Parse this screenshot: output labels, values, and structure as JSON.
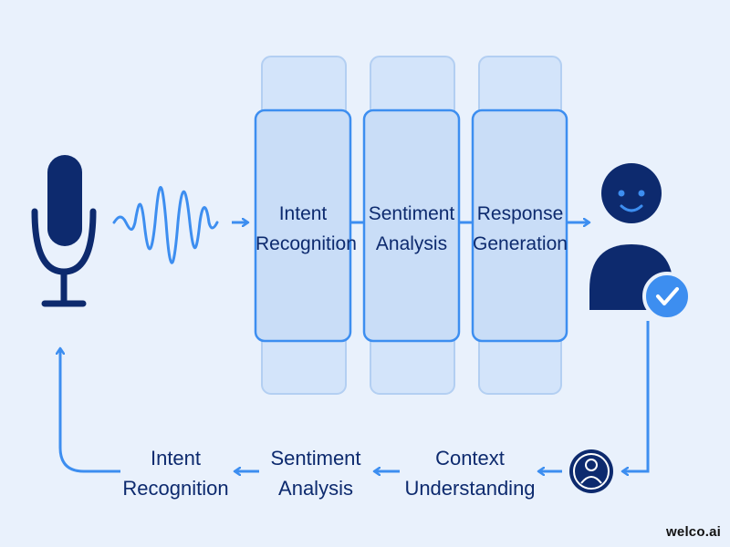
{
  "colors": {
    "background": "#e9f1fc",
    "navy": "#0d2a6e",
    "accent": "#3d8ef0",
    "panel": "#c9ddf7",
    "panel_border": "#3d8ef0",
    "ghost_panel": "#d3e4fa",
    "ghost_border": "#b3cff2"
  },
  "icons": [
    "microphone-icon",
    "sound-wave-icon",
    "user-avatar-icon",
    "check-badge-icon",
    "user-circle-icon"
  ],
  "pipeline": {
    "stages": [
      {
        "line1": "Intent",
        "line2": "Recognition"
      },
      {
        "line1": "Sentiment",
        "line2": "Analysis"
      },
      {
        "line1": "Response",
        "line2": "Generation"
      }
    ]
  },
  "feedback_loop": {
    "steps": [
      {
        "line1": "Context",
        "line2": "Understanding"
      },
      {
        "line1": "Sentiment",
        "line2": "Analysis"
      },
      {
        "line1": "Intent",
        "line2": "Recognition"
      }
    ]
  },
  "brand": {
    "text": "welco.ai"
  }
}
